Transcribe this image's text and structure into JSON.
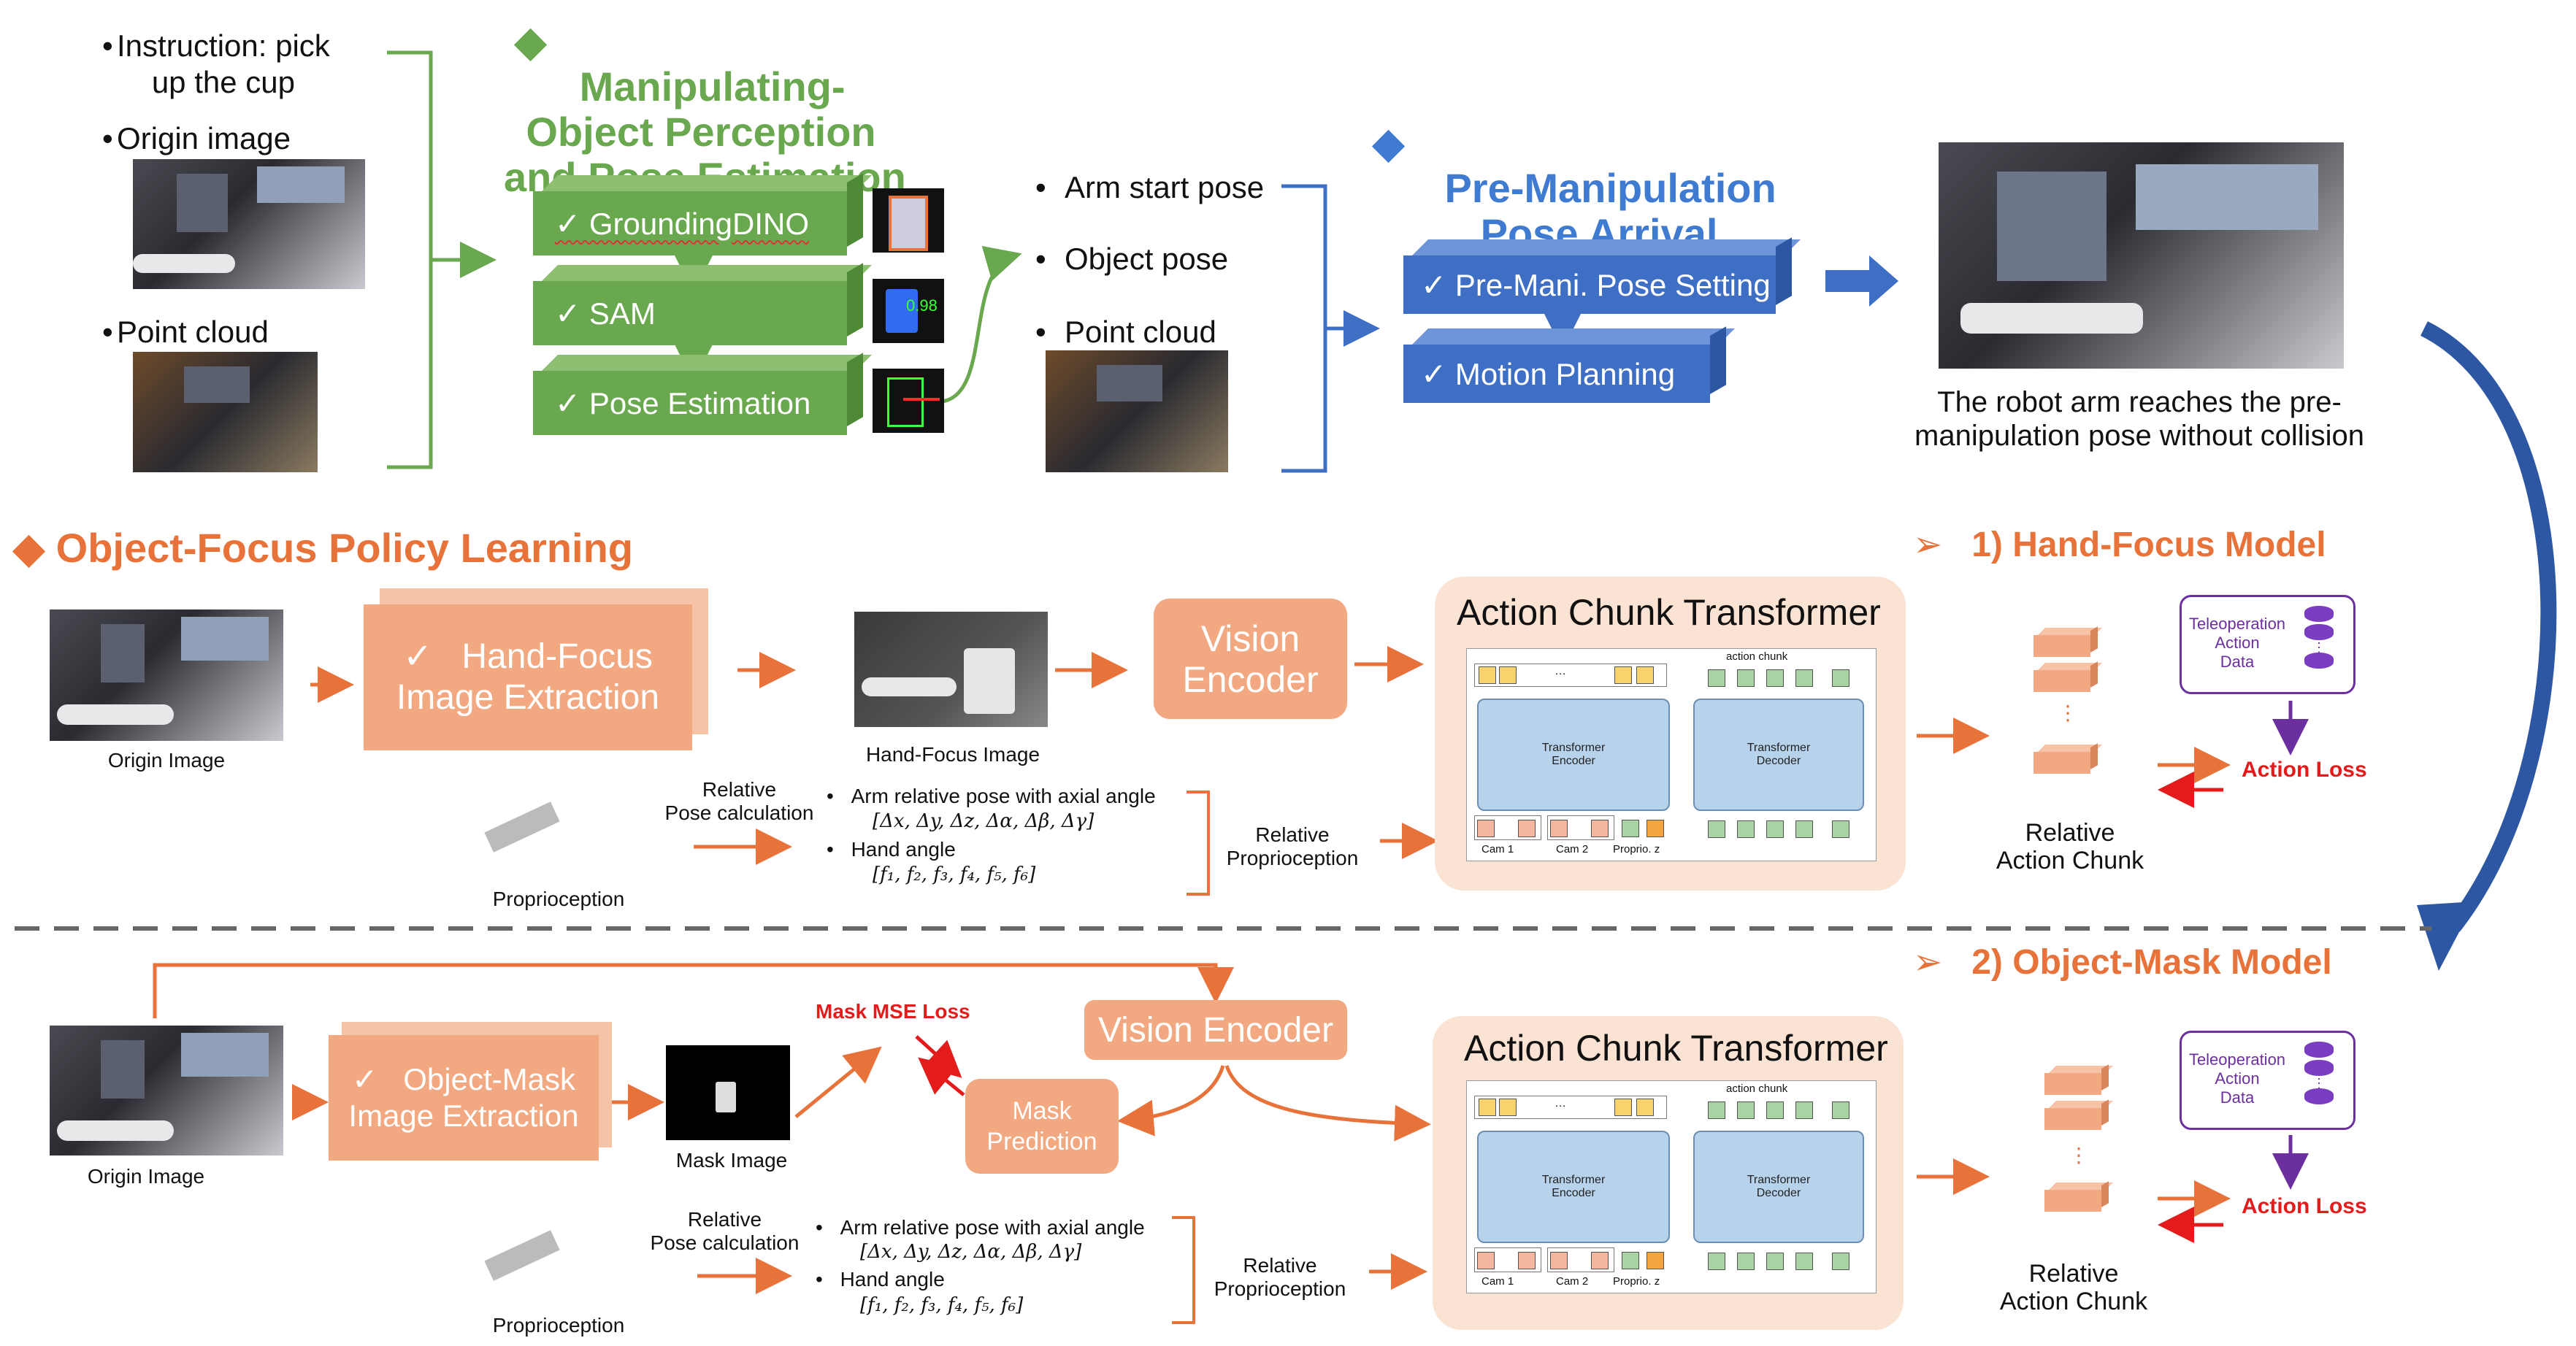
{
  "top_left": {
    "instruction": "Instruction: pick\nup the cup",
    "origin_image": "Origin image",
    "point_cloud": "Point cloud"
  },
  "perception": {
    "title": "Manipulating-\nObject Perception\nand Pose Estimation",
    "steps": [
      "✓ GroundingDINO",
      "✓ SAM",
      "✓ Pose Estimation"
    ],
    "sam_score": "0.98"
  },
  "mid_inputs": [
    "Arm start pose",
    "Object pose",
    "Point cloud"
  ],
  "pre_manipulation": {
    "title": "Pre-Manipulation\nPose Arrival",
    "steps": [
      "✓ Pre-Mani. Pose Setting",
      "✓ Motion Planning"
    ]
  },
  "result_caption": "The robot arm reaches the pre-\nmanipulation pose without collision",
  "policy_title": "Object-Focus Policy Learning",
  "hand_focus": {
    "model_title": "1) Hand-Focus Model",
    "origin_caption": "Origin Image",
    "extraction": "✓   Hand-Focus\nImage Extraction",
    "image_caption": "Hand-Focus Image",
    "vision_encoder": "Vision\nEncoder",
    "act_title": "Action Chunk Transformer",
    "rel_pose": "Relative\nPose calculation",
    "proprio_caption": "Proprioception",
    "bullet1": "Arm relative pose with axial angle",
    "bullet1_formula": "[Δx, Δy, Δz, Δα, Δβ, Δγ]",
    "bullet2": "Hand angle",
    "bullet2_formula": "[f₁, f₂, f₃, f₄, f₅, f₆]",
    "rel_proprio": "Relative\nProprioception",
    "rel_chunk": "Relative\nAction Chunk",
    "teleop": "Teleoperation\nAction\nData",
    "loss": "Action Loss"
  },
  "object_mask": {
    "model_title": "2) Object-Mask Model",
    "origin_caption": "Origin Image",
    "extraction": "✓   Object-Mask\nImage Extraction",
    "image_caption": "Mask Image",
    "mse_loss": "Mask MSE Loss",
    "vision_encoder": "Vision Encoder",
    "mask_prediction": "Mask\nPrediction",
    "act_title": "Action Chunk Transformer",
    "rel_pose": "Relative\nPose calculation",
    "proprio_caption": "Proprioception",
    "bullet1": "Arm relative pose with axial angle",
    "bullet1_formula": "[Δx, Δy, Δz, Δα, Δβ, Δγ]",
    "bullet2": "Hand angle",
    "bullet2_formula": "[f₁, f₂, f₃, f₄, f₅, f₆]",
    "rel_proprio": "Relative\nProprioception",
    "rel_chunk": "Relative\nAction Chunk",
    "teleop": "Teleoperation\nAction\nData",
    "loss": "Action Loss"
  },
  "transformer": {
    "encoder": "Transformer\nEncoder",
    "decoder": "Transformer\nDecoder",
    "action_chunk": "action chunk",
    "cam1": "Cam 1",
    "cam2": "Cam 2",
    "proprio": "Proprio. z",
    "dots": "..."
  },
  "colors": {
    "green": "#6aa84f",
    "blue": "#3f6fc4",
    "orange": "#e8733a",
    "salmon": "#f2a880",
    "panel": "#fbe3d4",
    "purple": "#6b2fa0",
    "red": "#e31b1b"
  }
}
